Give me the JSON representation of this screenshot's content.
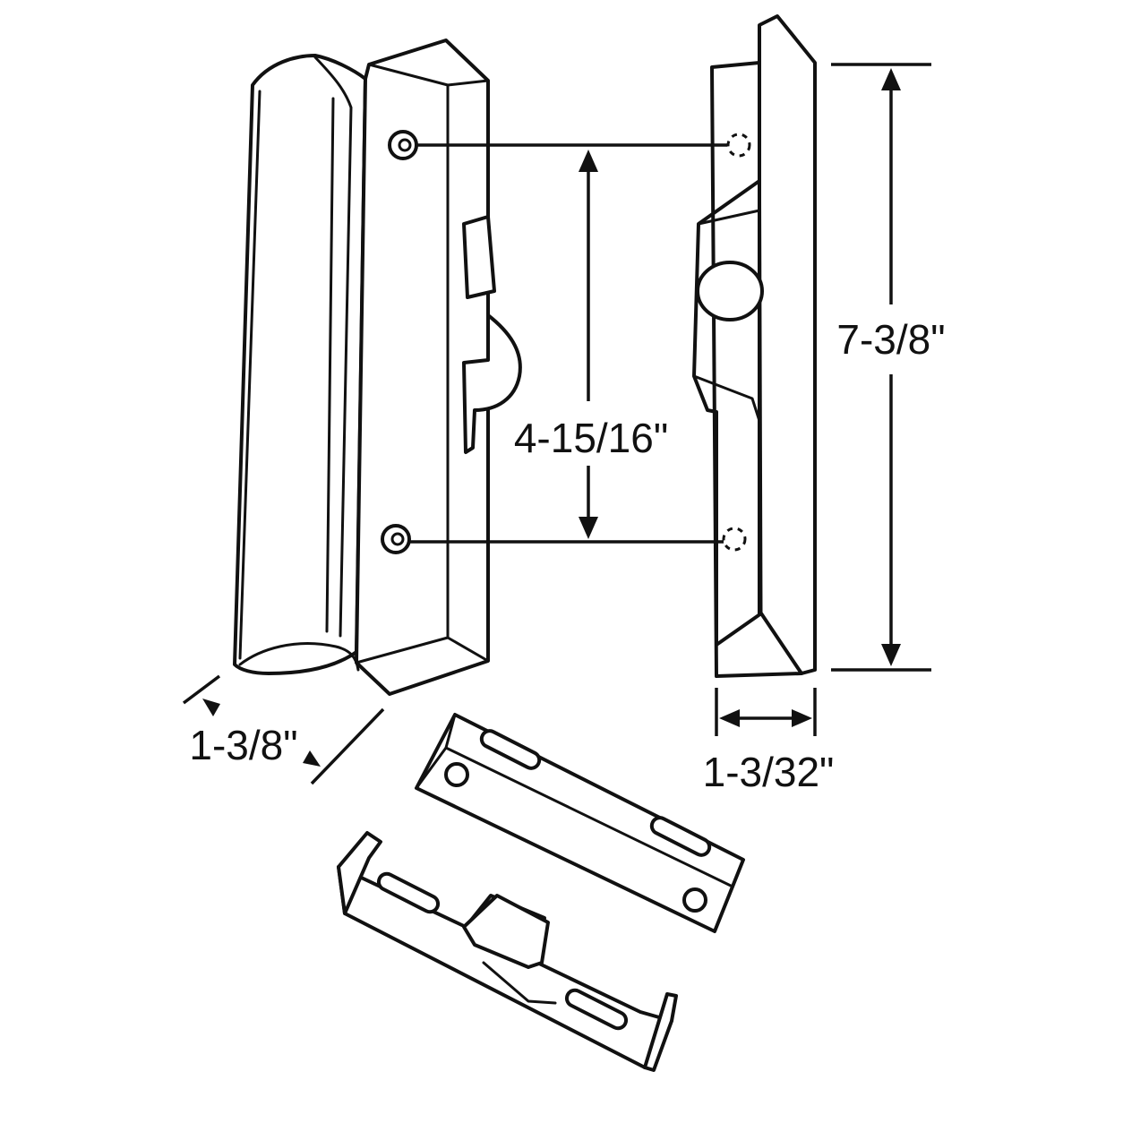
{
  "dimensions": {
    "overall_height": "7-3/8\"",
    "hole_spacing": "4-15/16\"",
    "handle_depth": "1-3/8\"",
    "pull_width": "1-3/32\""
  }
}
